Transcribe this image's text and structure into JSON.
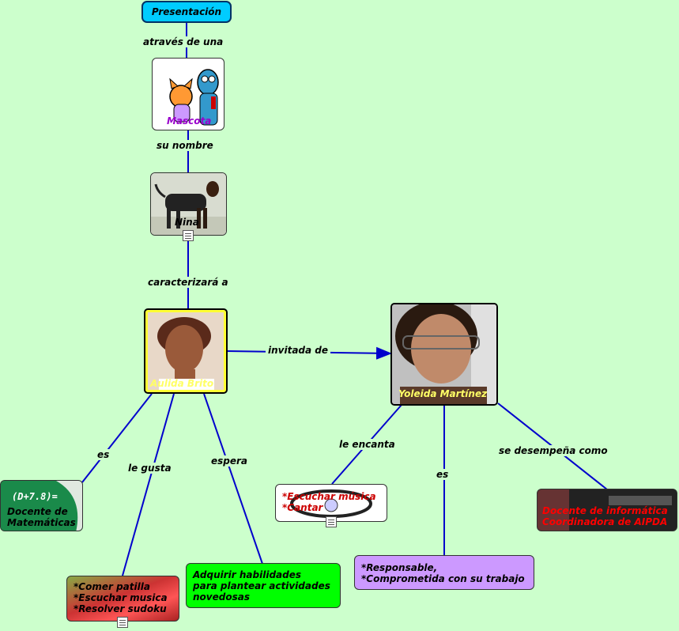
{
  "nodes": {
    "presentacion": "Presentación",
    "mascota": "Mascota",
    "nina": "Nina",
    "aulida": "Aulida Brito",
    "yoleida": "Yoleida Martínez",
    "docente_mat": "Docente de\nMatemáticas",
    "gustos_aulida": "*Comer patilla\n*Escuchar musica\n*Resolver sudoku",
    "espera": "Adquirir habilidades\npara plantear actividades\nnovedosas",
    "gustos_yoleida": "*Escuchar música\n*Cantar",
    "cualidades": "*Responsable,\n*Comprometida con su trabajo",
    "docente_inf": "Docente de informática\nCoordinadora de AIPDA"
  },
  "links": {
    "atraves": "através de una",
    "su_nombre": "su nombre",
    "caracterizara": "caracterizará a",
    "invitada": "invitada de",
    "es_a": "es",
    "le_gusta": "le gusta",
    "espera": "espera",
    "le_encanta": "le encanta",
    "es_y": "es",
    "se_desempena": "se desempeña como"
  },
  "colors": {
    "background": "#ccffcc",
    "line": "#0000cc",
    "presentacion": "#00ccff",
    "espera": "#00ff00",
    "cualidades": "#cc99ff",
    "yellow_text": "#ffff66",
    "red_text": "#ff0000",
    "purple_text": "#9900cc"
  }
}
